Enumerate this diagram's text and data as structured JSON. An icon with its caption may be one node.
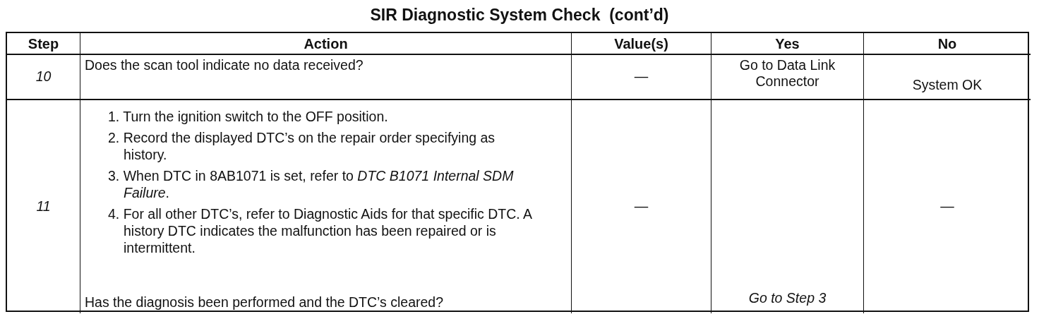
{
  "diagram": {
    "title": "SIR Diagnostic System Check  (cont’d)",
    "labels": [
      "Step",
      "Action",
      "Value(s)",
      "Yes",
      "No",
      "10",
      "Does the scan tool indicate no data received?",
      "—",
      "Go to Data Link Connector",
      "System OK",
      "11",
      "1. Turn the ignition switch to the OFF position.",
      "2. Record the displayed DTC’s on the repair order specifying as history.",
      "3. When DTC in 8AB1071 is set, refer to *DTC B1071 Internal SDM Failure*.",
      "4. For all other DTC’s, refer to Diagnostic Aids for that specific DTC. A history DTC indicates the malfunction has been repaired or is intermittent.",
      "Has the diagnosis been performed and the DTC’s cleared?",
      "—",
      "Go to Step 3",
      "—"
    ]
  }
}
